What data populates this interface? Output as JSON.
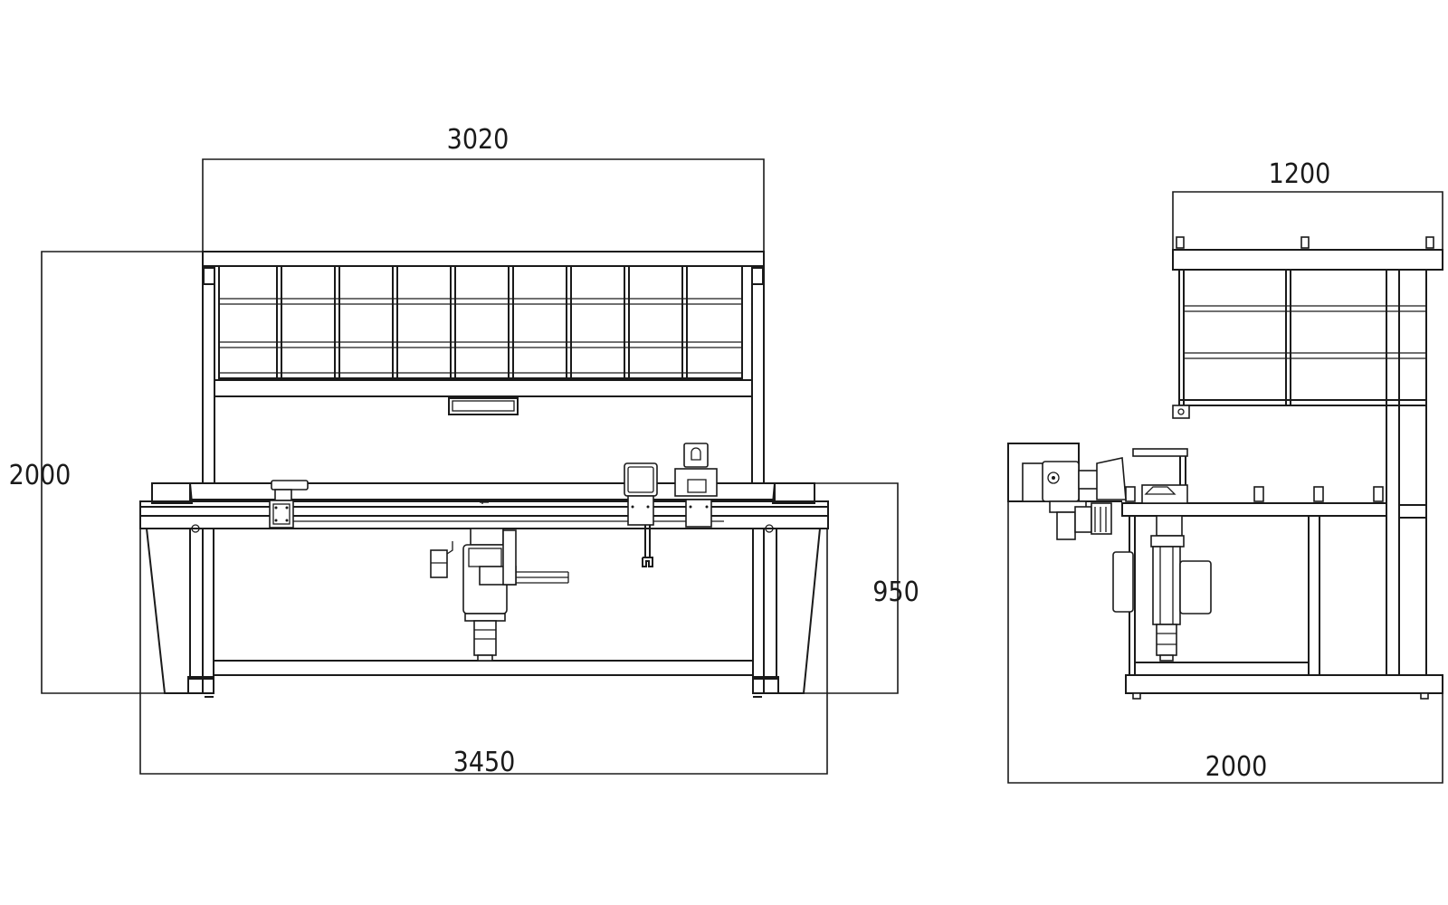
{
  "front_view": {
    "dim_width_top": "3020",
    "dim_height_total": "2000",
    "dim_height_table": "950",
    "dim_width_bottom": "3450"
  },
  "side_view": {
    "dim_width_top": "1200",
    "dim_width_bottom": "2000"
  },
  "colors": {
    "line": "#1a1a1a",
    "background": "#ffffff"
  }
}
